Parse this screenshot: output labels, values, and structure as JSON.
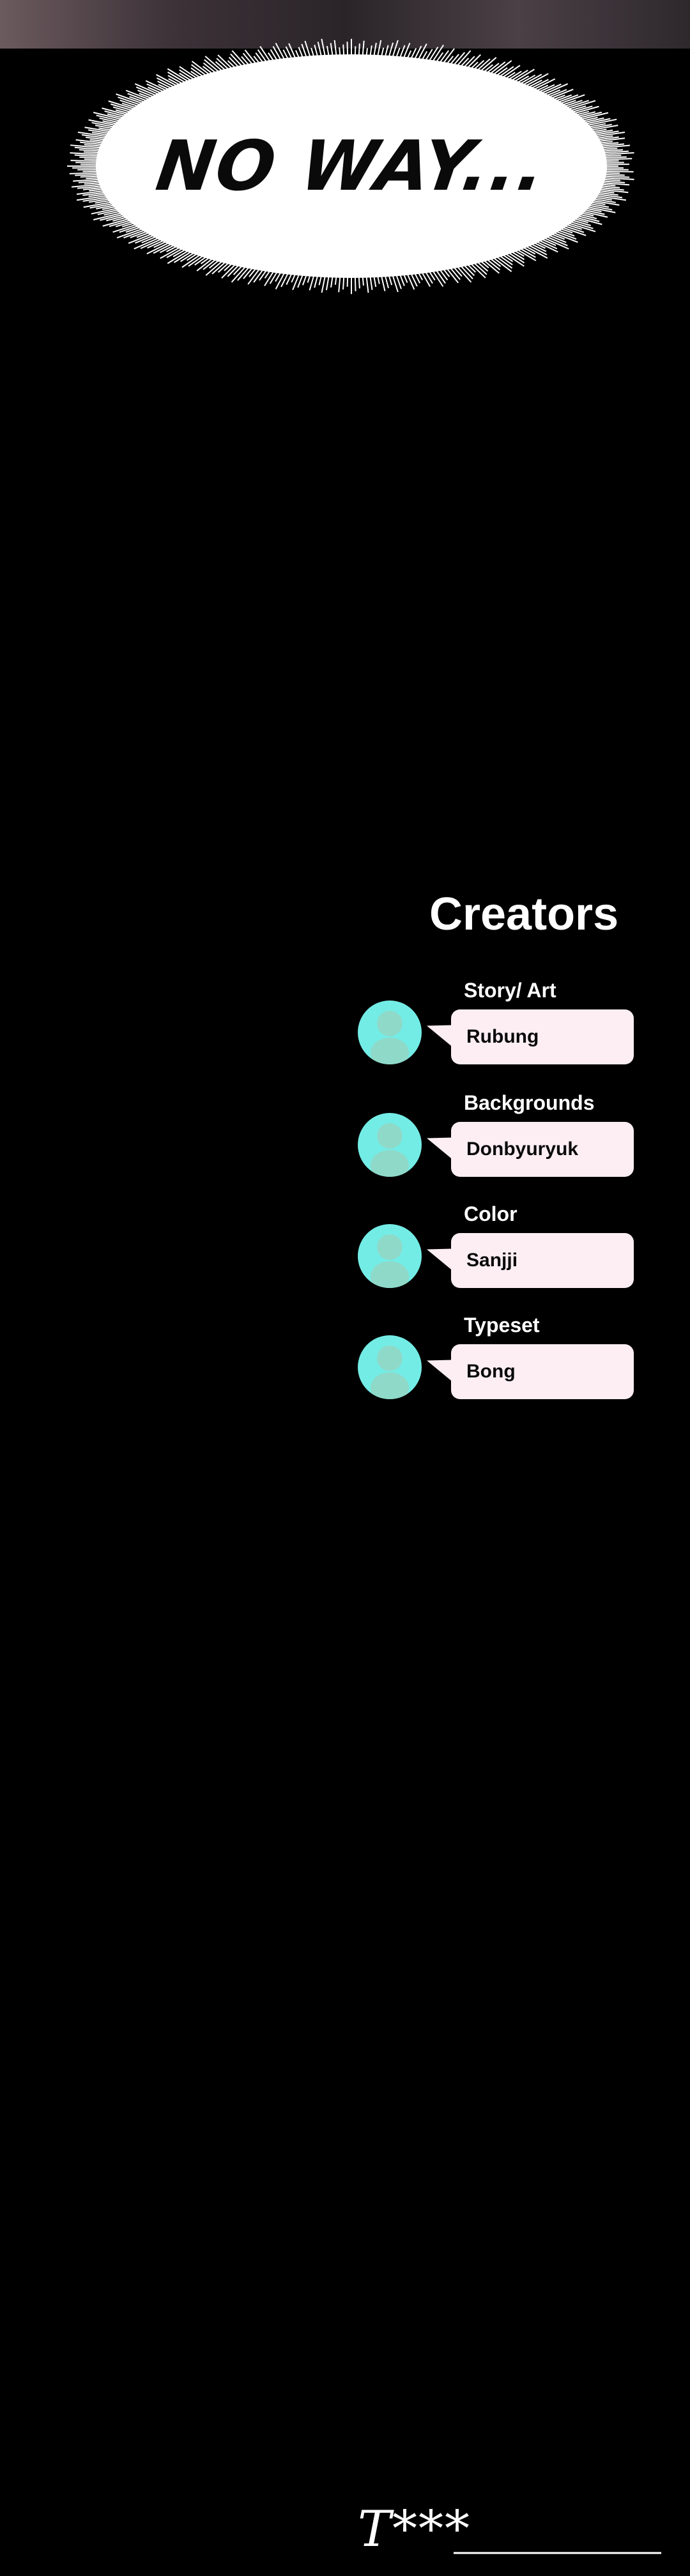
{
  "panel": {
    "exclamation": "NO WAY..."
  },
  "credits": {
    "title": "Creators",
    "items": [
      {
        "role": "Story/ Art",
        "name": "Rubung"
      },
      {
        "role": "Backgrounds",
        "name": "Donbyuryuk"
      },
      {
        "role": "Color",
        "name": "Sanjji"
      },
      {
        "role": "Typeset",
        "name": "Bong"
      }
    ]
  },
  "signature": {
    "text": "T***"
  },
  "colors": {
    "background": "#000000",
    "avatar": "#74ece6",
    "avatar_silhouette": "#8fd9c9",
    "bubble": "#fdeef4",
    "burst": "#ffffff"
  }
}
